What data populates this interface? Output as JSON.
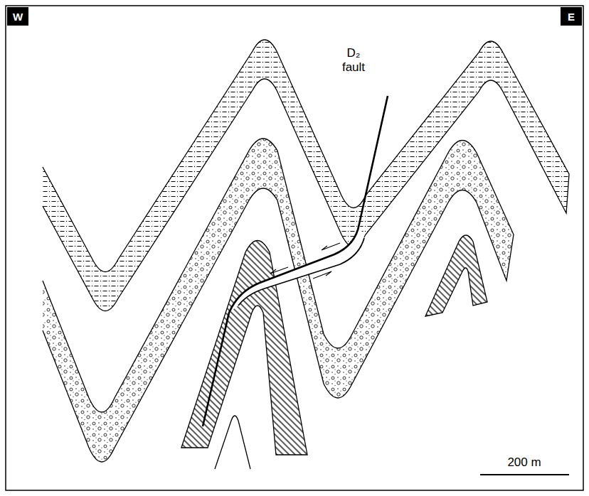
{
  "diagram": {
    "nodes": [
      {
        "text": [
          "W"
        ]
      },
      {
        "text": [
          "E"
        ]
      }
    ],
    "labels": [
      "D₂ fault",
      "200 m"
    ]
  }
}
